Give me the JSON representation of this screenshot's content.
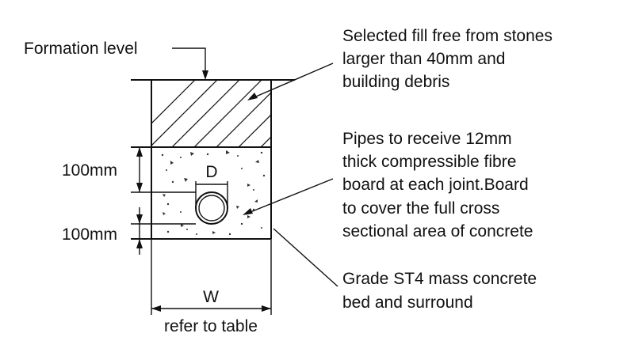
{
  "diagram": {
    "formation_level": "Formation level",
    "fill_note": [
      "Selected fill free from stones",
      "larger than 40mm and",
      "building debris"
    ],
    "pipes_note": [
      "Pipes to receive 12mm",
      "thick  compressible fibre",
      "board at each joint.Board",
      "to cover the full cross",
      "sectional area of concrete"
    ],
    "grade_note": [
      "Grade ST4 mass concrete",
      "bed and surround"
    ],
    "dim_top": "100mm",
    "dim_bottom": "100mm",
    "pipe_diameter": "D",
    "width": "W",
    "width_note": "refer to table"
  }
}
